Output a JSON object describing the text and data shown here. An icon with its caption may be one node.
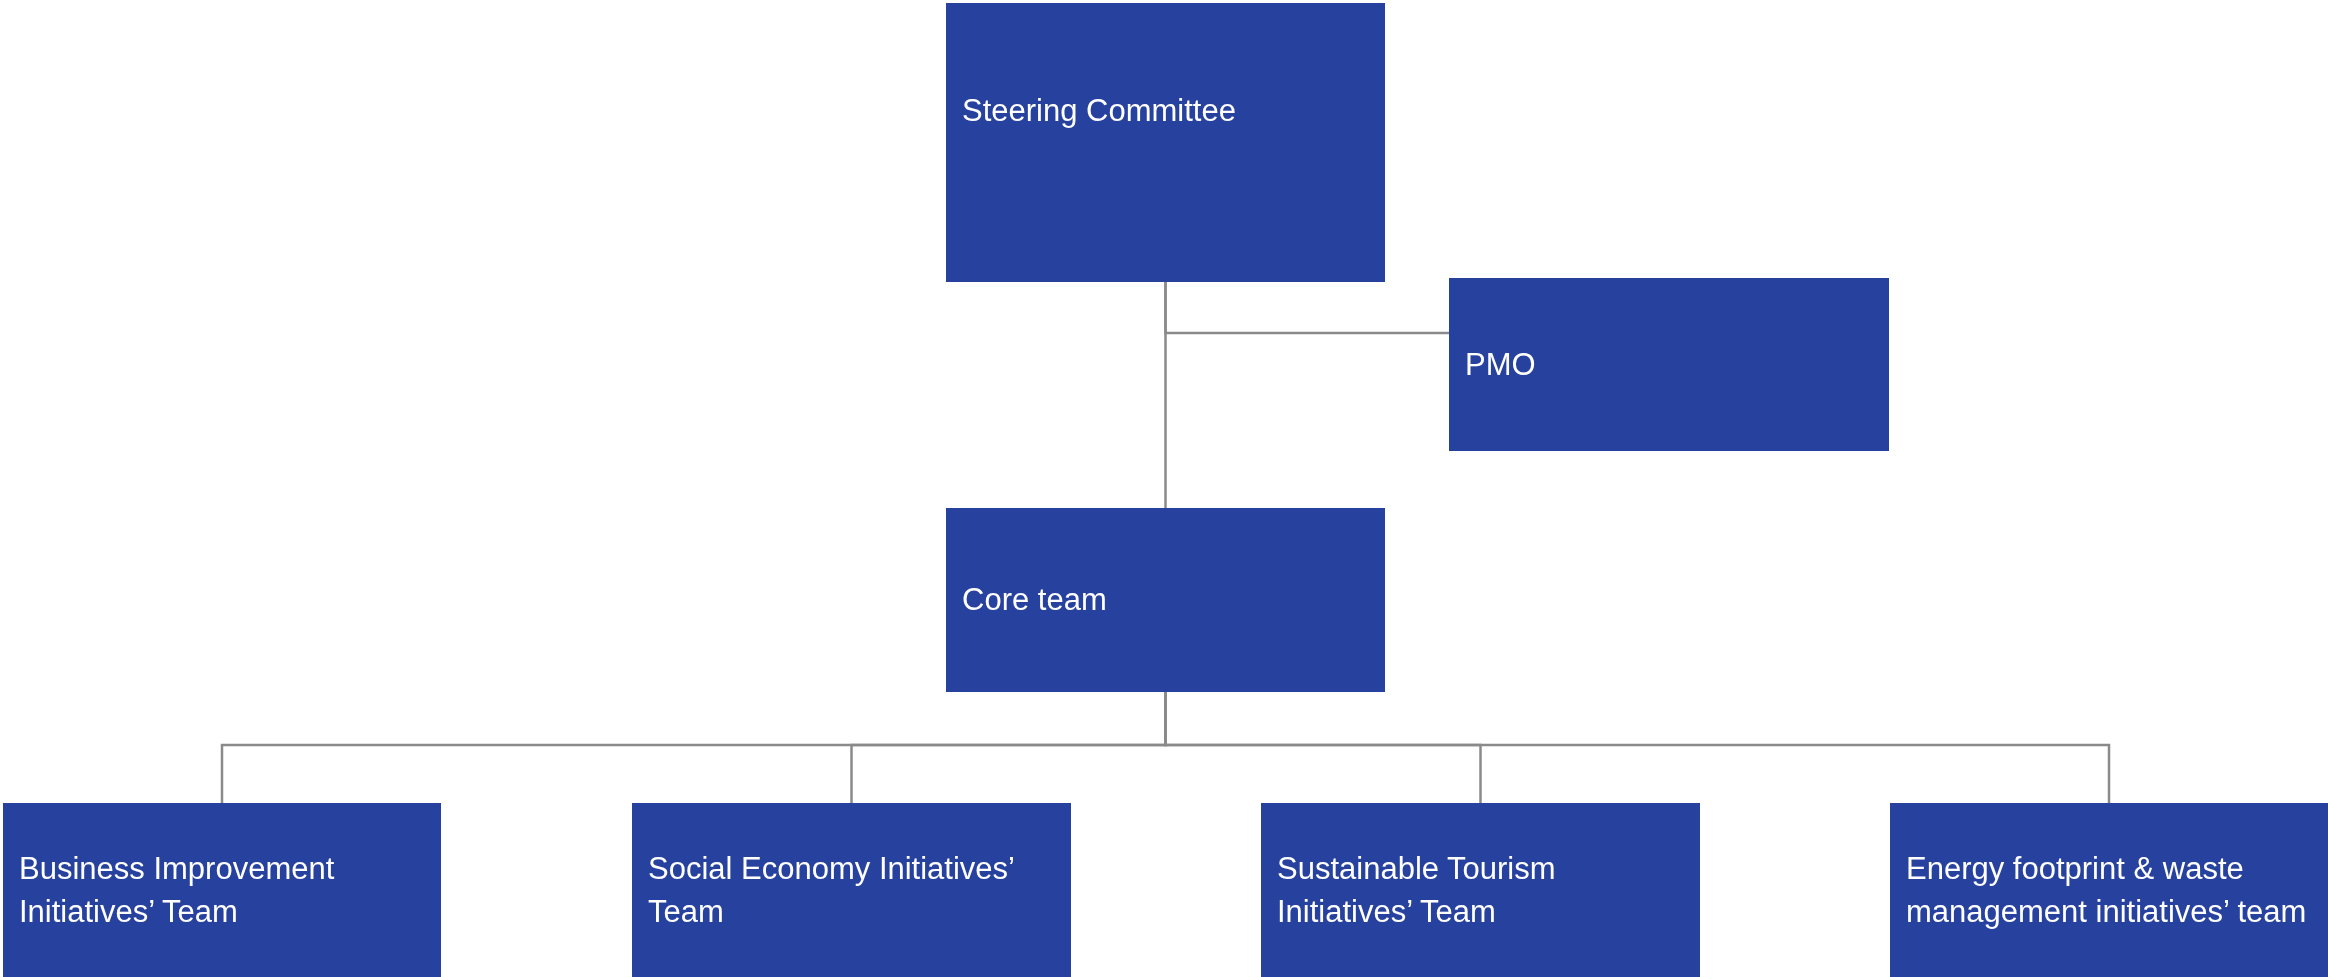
{
  "diagram": {
    "nodes": [
      {
        "text": [
          "Steering Committee"
        ]
      },
      {
        "text": [
          "PMO"
        ]
      },
      {
        "text": [
          "Core team"
        ]
      },
      {
        "text": [
          "Business Improvement Initiatives’ Team"
        ]
      },
      {
        "text": [
          "Social Economy Initiatives’ Team"
        ]
      },
      {
        "text": [
          "Sustainable Tourism Initiatives’ Team"
        ]
      },
      {
        "text": [
          "Energy footprint & waste management initiatives’ team"
        ]
      }
    ],
    "edges": [
      {
        "from": 0,
        "to": 2,
        "arrow": "none"
      },
      {
        "from": 0,
        "to": 1,
        "arrow": "none"
      },
      {
        "from": 2,
        "to": 3,
        "arrow": "none"
      },
      {
        "from": 2,
        "to": 4,
        "arrow": "none"
      },
      {
        "from": 2,
        "to": 5,
        "arrow": "none"
      },
      {
        "from": 2,
        "to": 6,
        "arrow": "none"
      }
    ]
  }
}
